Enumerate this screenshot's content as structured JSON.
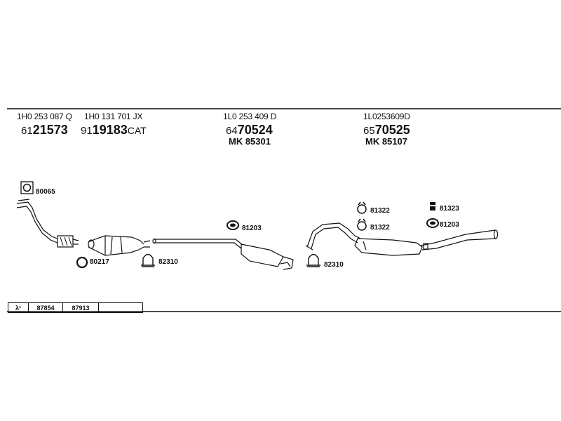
{
  "parts": [
    {
      "pn": "1H0 253 087 Q",
      "code_prefix": "61",
      "code_main": "21573",
      "code_suffix": "",
      "mk": ""
    },
    {
      "pn": "1H0 131 701 JX",
      "code_prefix": "91",
      "code_main": "19183",
      "code_suffix": "CAT",
      "mk": ""
    },
    {
      "pn": "1L0 253 409 D",
      "code_prefix": "64",
      "code_main": "70524",
      "code_suffix": "",
      "mk": "MK  85301"
    },
    {
      "pn": "1L0253609D",
      "code_prefix": "65",
      "code_main": "70525",
      "code_suffix": "",
      "mk": "MK  85107"
    }
  ],
  "accessories": [
    "80065",
    "80217",
    "82310",
    "81203",
    "82310",
    "81322",
    "81322",
    "81323",
    "81203"
  ],
  "table": [
    "λ¹",
    "87854",
    "87913",
    ""
  ]
}
